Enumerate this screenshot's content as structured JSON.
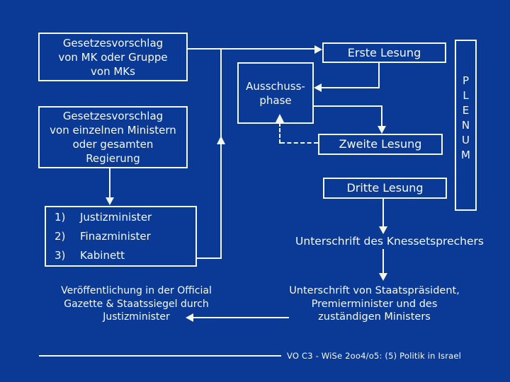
{
  "colors": {
    "background": "#0a3a96",
    "line": "#f2f8ea",
    "text": "#f6f9f0"
  },
  "boxes": {
    "mk": {
      "lines": [
        "Gesetzesvorschlag",
        "von MK oder Gruppe",
        "von MKs"
      ]
    },
    "minister": {
      "lines": [
        "Gesetzesvorschlag",
        "von einzelnen Ministern",
        "oder gesamten",
        "Regierung"
      ]
    },
    "erste": {
      "label": "Erste Lesung"
    },
    "ausschuss": {
      "lines": [
        "Ausschuss-",
        "phase"
      ]
    },
    "zweite": {
      "label": "Zweite Lesung"
    },
    "dritte": {
      "label": "Dritte Lesung"
    },
    "plenum": {
      "letters": [
        "P",
        "L",
        "E",
        "N",
        "U",
        "M"
      ]
    },
    "list": {
      "items": [
        {
          "num": "1)",
          "label": "Justizminister"
        },
        {
          "num": "2)",
          "label": "Finazminister"
        },
        {
          "num": "3)",
          "label": "Kabinett"
        }
      ]
    }
  },
  "texts": {
    "veroeffentlichung": {
      "lines": [
        "Veröffentlichung in der Official",
        "Gazette & Staatssiegel durch",
        "Justizminister"
      ]
    },
    "knesset": {
      "label": "Unterschrift des Knessetsprechers"
    },
    "staatspraesident": {
      "lines": [
        "Unterschrift von Staatspräsident,",
        "Premierminister und des",
        "zuständigen Ministers"
      ]
    }
  },
  "footer": {
    "label": "VO C3 - WiSe 2oo4/o5: (5) Politik in Israel"
  }
}
